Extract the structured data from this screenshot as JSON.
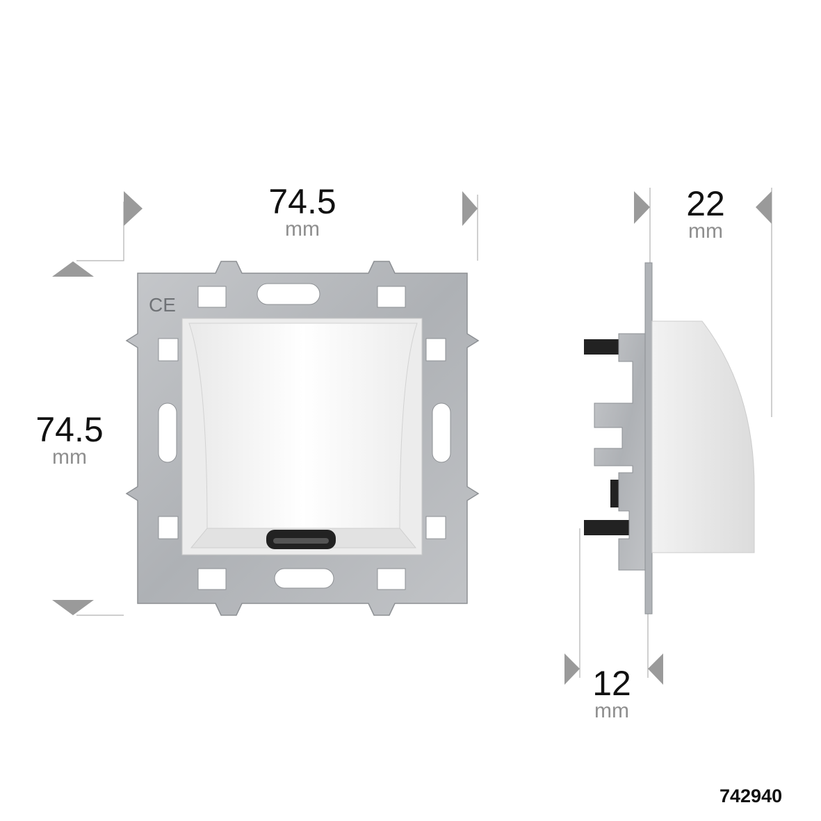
{
  "dimensions": {
    "width": {
      "value": "74.5",
      "unit": "mm"
    },
    "height": {
      "value": "74.5",
      "unit": "mm"
    },
    "depth": {
      "value": "22",
      "unit": "mm"
    },
    "front": {
      "value": "12",
      "unit": "mm"
    }
  },
  "reference": "742940",
  "frame_mark": "CE",
  "colors": {
    "frame": "#b5b8bc",
    "cover": "#f4f4f4",
    "plug": "#222222",
    "arrow": "#9a9a9a"
  }
}
